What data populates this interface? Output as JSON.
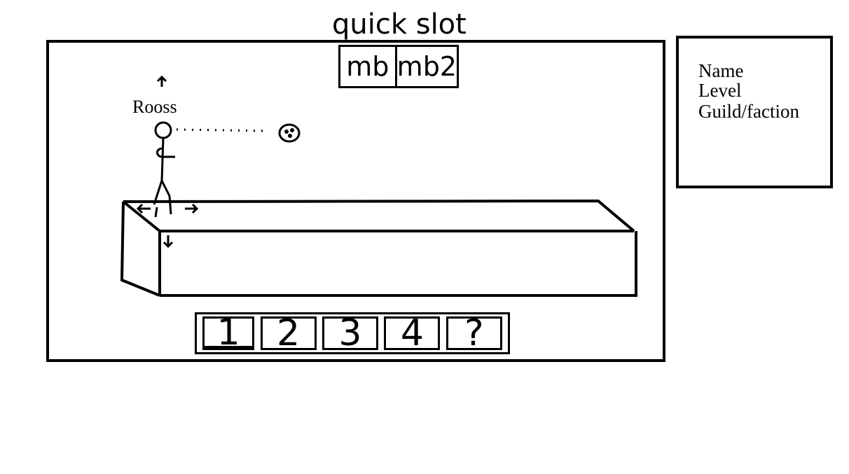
{
  "title": "quick slot",
  "quick_slots": [
    {
      "label": "mb"
    },
    {
      "label": "mb2"
    }
  ],
  "player": {
    "name": "Rooss"
  },
  "hotbar": [
    {
      "label": "1",
      "selected": true
    },
    {
      "label": "2"
    },
    {
      "label": "3"
    },
    {
      "label": "4"
    },
    {
      "label": "?"
    }
  ],
  "info_panel": {
    "name": "Name",
    "level": "Level",
    "guild": "Guild/faction"
  },
  "icons": [
    "arrow-up-icon",
    "arrow-left-icon",
    "arrow-right-icon",
    "arrow-down-icon",
    "projectile-icon"
  ]
}
